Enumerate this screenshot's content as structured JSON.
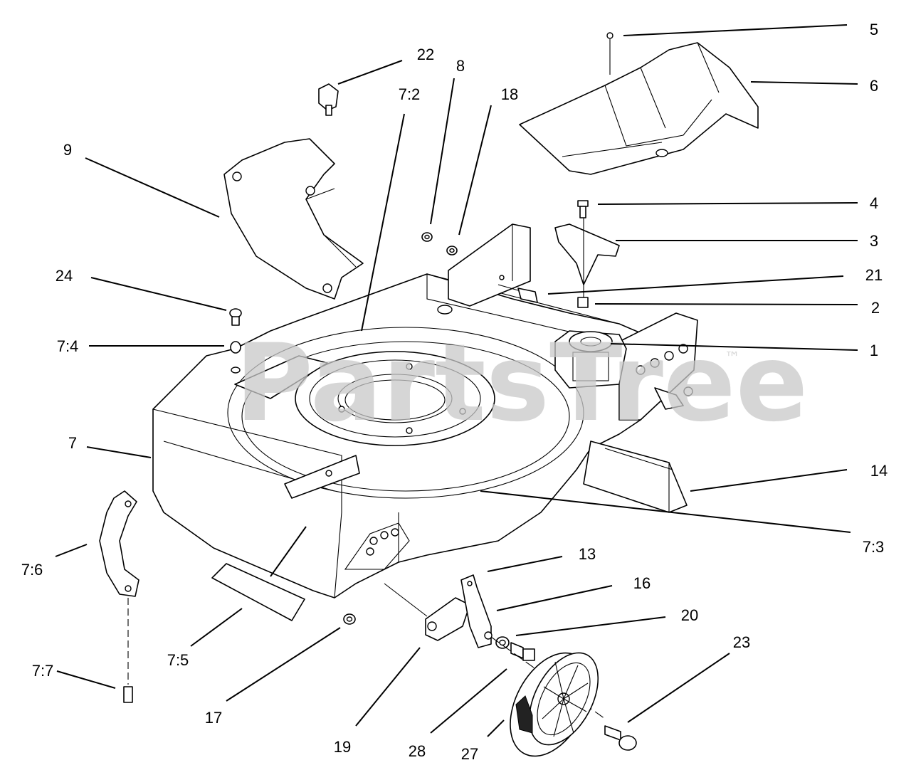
{
  "watermark": {
    "text": "PartsTree",
    "trademark": "™"
  },
  "callouts": [
    {
      "id": "c-5",
      "label": "5"
    },
    {
      "id": "c-6",
      "label": "6"
    },
    {
      "id": "c-22",
      "label": "22"
    },
    {
      "id": "c-8",
      "label": "8"
    },
    {
      "id": "c-7-2",
      "label": "7:2"
    },
    {
      "id": "c-18",
      "label": "18"
    },
    {
      "id": "c-9",
      "label": "9"
    },
    {
      "id": "c-4",
      "label": "4"
    },
    {
      "id": "c-3",
      "label": "3"
    },
    {
      "id": "c-24",
      "label": "24"
    },
    {
      "id": "c-21",
      "label": "21"
    },
    {
      "id": "c-2",
      "label": "2"
    },
    {
      "id": "c-7-4",
      "label": "7:4"
    },
    {
      "id": "c-1",
      "label": "1"
    },
    {
      "id": "c-7",
      "label": "7"
    },
    {
      "id": "c-14",
      "label": "14"
    },
    {
      "id": "c-7-3",
      "label": "7:3"
    },
    {
      "id": "c-7-6",
      "label": "7:6"
    },
    {
      "id": "c-13",
      "label": "13"
    },
    {
      "id": "c-16",
      "label": "16"
    },
    {
      "id": "c-20",
      "label": "20"
    },
    {
      "id": "c-23",
      "label": "23"
    },
    {
      "id": "c-7-5",
      "label": "7:5"
    },
    {
      "id": "c-7-7",
      "label": "7:7"
    },
    {
      "id": "c-17",
      "label": "17"
    },
    {
      "id": "c-19",
      "label": "19"
    },
    {
      "id": "c-28",
      "label": "28"
    },
    {
      "id": "c-27",
      "label": "27"
    }
  ]
}
